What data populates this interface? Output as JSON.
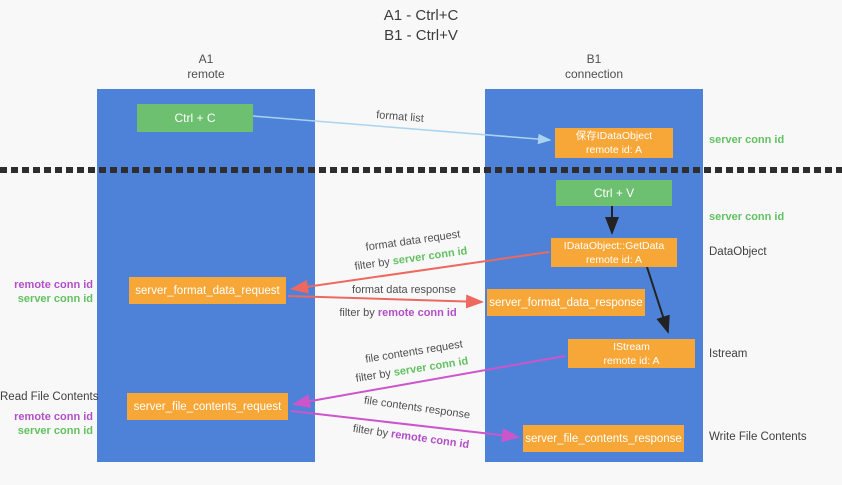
{
  "title": {
    "line1": "A1 - Ctrl+C",
    "line2": "B1 - Ctrl+V"
  },
  "columns": {
    "a1": {
      "name": "A1",
      "role": "remote"
    },
    "b1": {
      "name": "B1",
      "role": "connection"
    }
  },
  "boxes": {
    "ctrl_c": "Ctrl + C",
    "ctrl_v": "Ctrl + V",
    "save_dataobject": {
      "title": "保存IDataObject",
      "subtitle": "remote id: A"
    },
    "getdata": {
      "title": "IDataObject::GetData",
      "subtitle": "remote id: A"
    },
    "istream": {
      "title": "IStream",
      "subtitle": "remote id: A"
    },
    "format_request": "server_format_data_request",
    "format_response": "server_format_data_response",
    "file_request": "server_file_contents_request",
    "file_response": "server_file_contents_response"
  },
  "arrow_labels": {
    "format_list": "format list",
    "format_data_request": "format data request",
    "format_data_response": "format data response",
    "file_contents_request": "file contents request",
    "file_contents_response": "file contents response",
    "filter_by": "filter by ",
    "server_conn_id": "server conn id",
    "remote_conn_id": "remote conn id"
  },
  "side_labels": {
    "server_conn_id_top": "server conn id",
    "server_conn_id_mid": "server conn id",
    "dataobject": "DataObject",
    "istream": "Istream",
    "write_file_contents": "Write File Contents",
    "read_file_contents": "Read File Contents",
    "remote_conn_id": "remote conn id",
    "server_conn_id": "server conn id"
  },
  "colors": {
    "column_blue": "#4d82d8",
    "box_green": "#6cc070",
    "box_orange": "#f7a737",
    "arrow_lightblue": "#a8d4ee",
    "arrow_red": "#ed695f",
    "arrow_magenta": "#cc55cc",
    "arrow_black": "#222222",
    "text_green": "#62c162",
    "text_purple": "#b24fc8",
    "background": "#f8f8f8"
  }
}
